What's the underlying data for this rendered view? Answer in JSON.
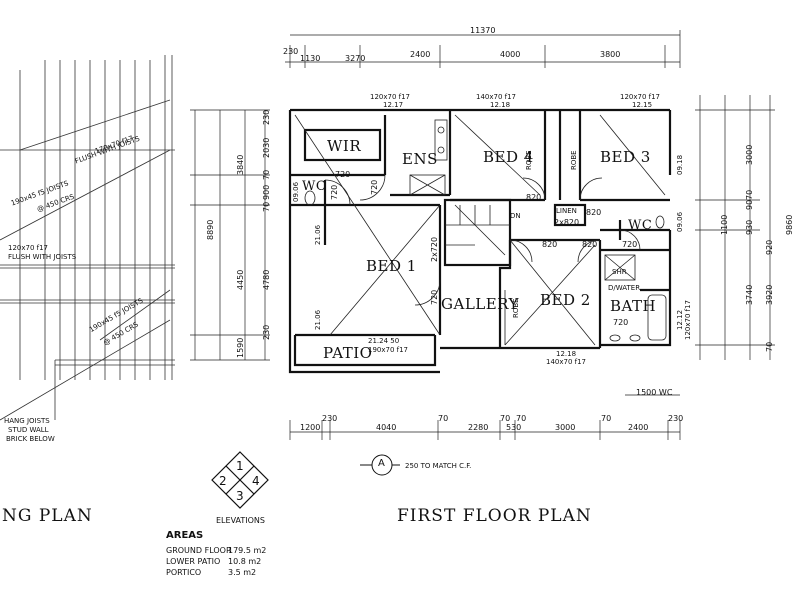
{
  "rooms": {
    "wir": "WIR",
    "ens": "ENS",
    "bed4": "BED 4",
    "bed3": "BED 3",
    "wc_left": "WC",
    "wc_right": "WC",
    "bed1": "BED 1",
    "gallery": "GALLERY",
    "bed2": "BED 2",
    "bath": "BATH",
    "patio": "PATIO",
    "linen": "LINEN",
    "robe1": "ROBE",
    "robe2": "ROBE",
    "robe3": "ROBE",
    "shower": "SHR",
    "dn": "DN",
    "hw": "D/WATER"
  },
  "dims_top": [
    "230",
    "1130",
    "3270",
    "2400",
    "4000",
    "3800",
    "11370"
  ],
  "dims_bottom": [
    "1200",
    "230",
    "4040",
    "70",
    "2280",
    "70",
    "530",
    "70",
    "3000",
    "70",
    "2400",
    "230"
  ],
  "dims_left": [
    "230",
    "2030",
    "3840",
    "70",
    "900",
    "70",
    "8890",
    "4450",
    "4780",
    "230",
    "1590"
  ],
  "dims_right": [
    "3000",
    "90",
    "1100",
    "930",
    "70",
    "920",
    "3740",
    "3920",
    "70",
    "9860"
  ],
  "door_marks": [
    "720",
    "720",
    "720",
    "820",
    "820",
    "820",
    "820",
    "720",
    "720",
    "2x720",
    "2x820",
    "720"
  ],
  "beam_notes": {
    "b1": "120x70 f17",
    "b1v": "12.17",
    "b2": "140x70 f17",
    "b2v": "12.18",
    "b3": "120x70 f17",
    "b3v": "12.15",
    "b4": "21.24 50",
    "b4v": "190x70 f17",
    "b5": "12.18",
    "b5v": "140x70 f17",
    "b6": "12.12",
    "b6v": "120x70 f17",
    "b7": "21.06",
    "b8": "21.06",
    "b9": "09.06",
    "b10": "09.06",
    "b11": "09.18",
    "b12": "1500 WC"
  },
  "left_notes": {
    "n1": "170x70 f17",
    "n2": "FLUSH WITH JOISTS",
    "n3": "190x45 f5 JOISTS",
    "n4": "@ 450 CRS",
    "n5": "120x70 f17",
    "n6": "FLUSH WITH JOISTS",
    "n7": "190x45 f5 JOISTS",
    "n8": "@ 450 CRS",
    "n9": "HANG JOISTS",
    "n10": "STUD WALL",
    "n11": "BRICK BELOW"
  },
  "section_marker": {
    "letter": "A",
    "note": "250 TO MATCH C.F."
  },
  "elevations": {
    "nums": [
      "1",
      "2",
      "4",
      "3"
    ],
    "label": "ELEVATIONS"
  },
  "titles": {
    "left_plan": "NG PLAN",
    "first_floor": "FIRST FLOOR PLAN"
  },
  "areas": {
    "heading": "AREAS",
    "rows": [
      {
        "label": "GROUND FLOOR",
        "value": "179.5 m2"
      },
      {
        "label": "LOWER PATIO",
        "value": "10.8 m2"
      },
      {
        "label": "PORTICO",
        "value": "3.5 m2"
      }
    ]
  }
}
